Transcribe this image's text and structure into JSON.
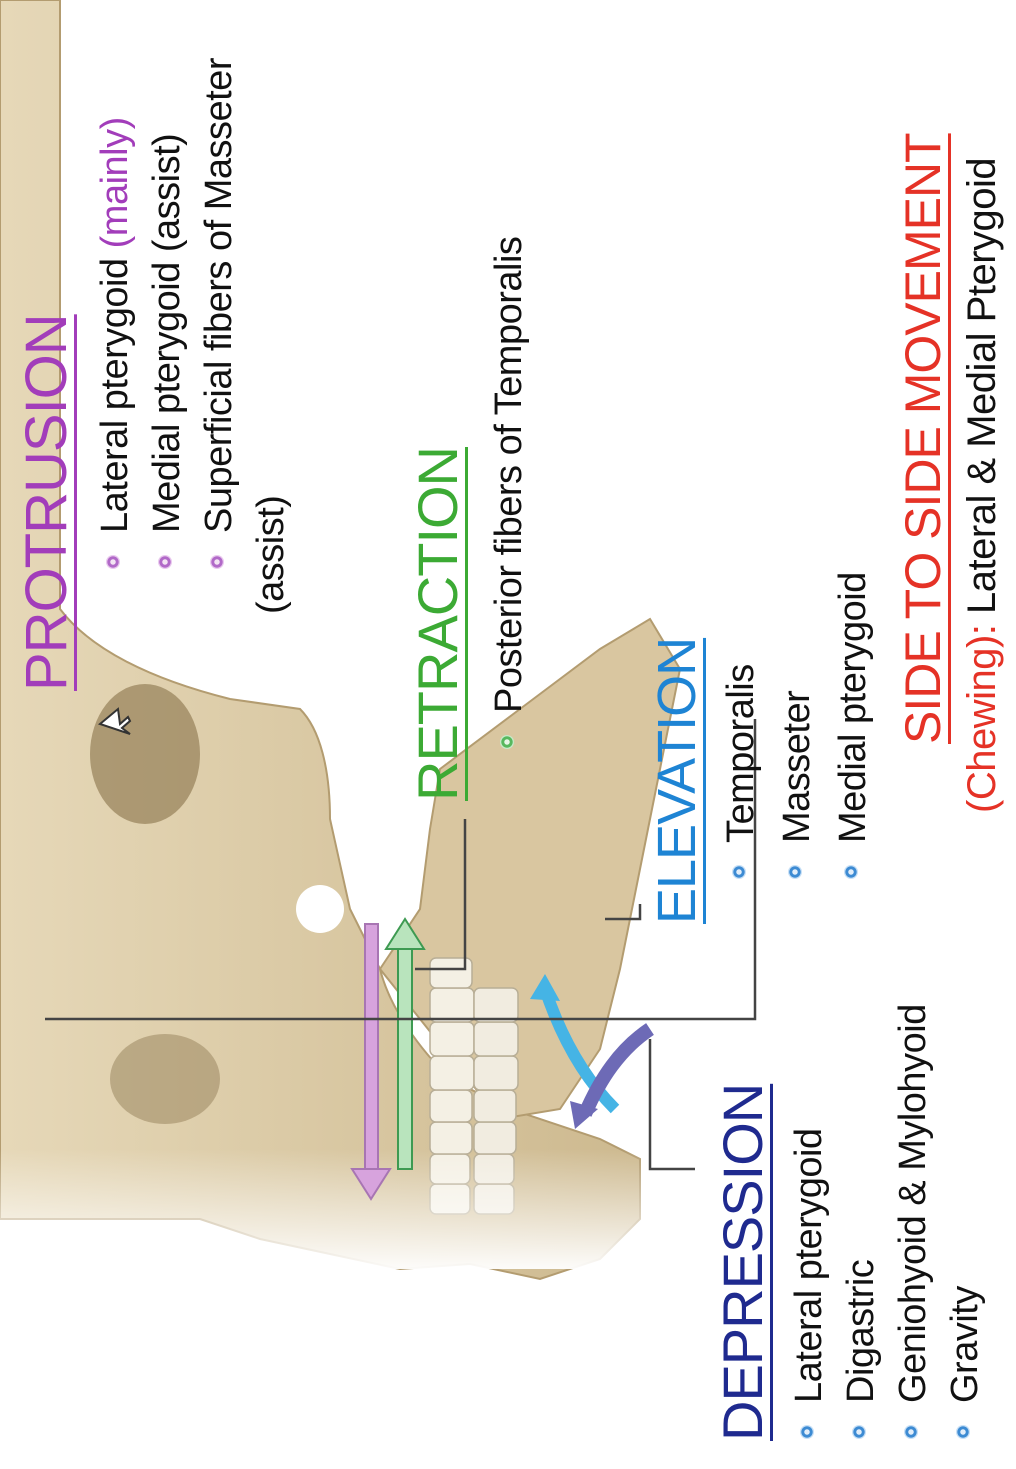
{
  "protrusion": {
    "title": "PROTRUSION",
    "items": [
      "Lateral pterygoid",
      "(mainly)",
      "Medial pterygoid (assist)",
      "Superficial fibers of Masseter",
      "(assist)"
    ]
  },
  "retraction": {
    "title": "RETRACTION",
    "items": [
      "Posterior fibers of Temporalis"
    ]
  },
  "elevation": {
    "title": "ELEVATION",
    "items": [
      "Temporalis",
      "Masseter",
      "Medial pterygoid"
    ]
  },
  "depression": {
    "title": "DEPRESSION",
    "items": [
      "Lateral pterygoid",
      "Digastric",
      "Geniohyoid & Mylohyoid",
      "Gravity"
    ]
  },
  "side_to_side": {
    "title": "SIDE TO SIDE MOVEMENT",
    "prefix": "(Chewing):",
    "text": "Lateral & Medial Pterygoid"
  },
  "colors": {
    "protrusion": "#a23dba",
    "retraction": "#3caa34",
    "elevation": "#1e84d4",
    "depression": "#1f2a8f",
    "side_to_side": "#e53226"
  },
  "icons": [
    "bullet-icon",
    "cursor-icon",
    "skull-illustration"
  ]
}
